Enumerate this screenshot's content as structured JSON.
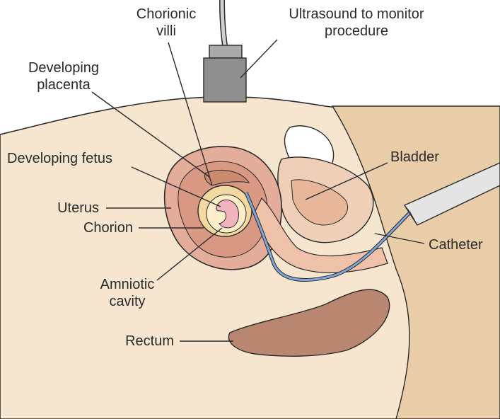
{
  "labels": {
    "chorionic_villi": {
      "line1": "Chorionic",
      "line2": "villi"
    },
    "ultrasound": {
      "line1": "Ultrasound to monitor",
      "line2": "procedure"
    },
    "developing_placenta": {
      "line1": "Developing",
      "line2": "placenta"
    },
    "developing_fetus": "Developing fetus",
    "uterus": "Uterus",
    "chorion": "Chorion",
    "amniotic_cavity": {
      "line1": "Amniotic",
      "line2": "cavity"
    },
    "rectum": "Rectum",
    "bladder": "Bladder",
    "catheter": "Catheter"
  },
  "colors": {
    "skin": "#f6e6cf",
    "skin_shadow": "#e6c9a3",
    "uterus_wall": "#e3ad9a",
    "placenta": "#c98a6e",
    "bladder": "#f0cfb8",
    "rectum": "#b98672",
    "catheter": "#7fa6d6",
    "probe": "#8f8f8f",
    "outline": "#2a2a2a"
  }
}
